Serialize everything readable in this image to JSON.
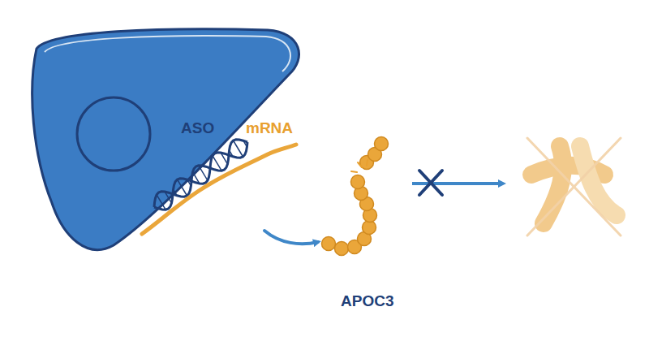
{
  "diagram": {
    "nodes": [
      {
        "text": [
          "ASO",
          "mRNA"
        ]
      }
    ],
    "labels": [
      "APOC3"
    ]
  }
}
